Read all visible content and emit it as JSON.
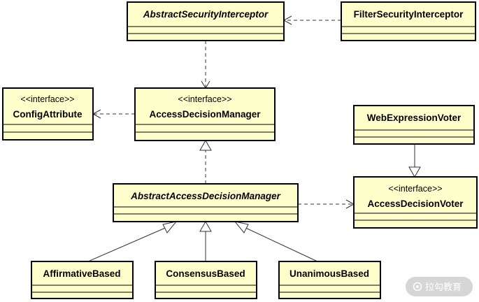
{
  "classes": {
    "abstract_security_interceptor": {
      "name": "AbstractSecurityInterceptor"
    },
    "filter_security_interceptor": {
      "name": "FilterSecurityInterceptor"
    },
    "config_attribute": {
      "stereotype": "<<interface>>",
      "name": "ConfigAttribute"
    },
    "access_decision_manager": {
      "stereotype": "<<interface>>",
      "name": "AccessDecisionManager"
    },
    "web_expression_voter": {
      "name": "WebExpressionVoter"
    },
    "abstract_access_decision_manager": {
      "name": "AbstractAccessDecisionManager"
    },
    "access_decision_voter": {
      "stereotype": "<<interface>>",
      "name": "AccessDecisionVoter"
    },
    "affirmative_based": {
      "name": "AffirmativeBased"
    },
    "consensus_based": {
      "name": "ConsensusBased"
    },
    "unanimous_based": {
      "name": "UnanimousBased"
    }
  },
  "watermark": {
    "text": "拉勾教育"
  }
}
